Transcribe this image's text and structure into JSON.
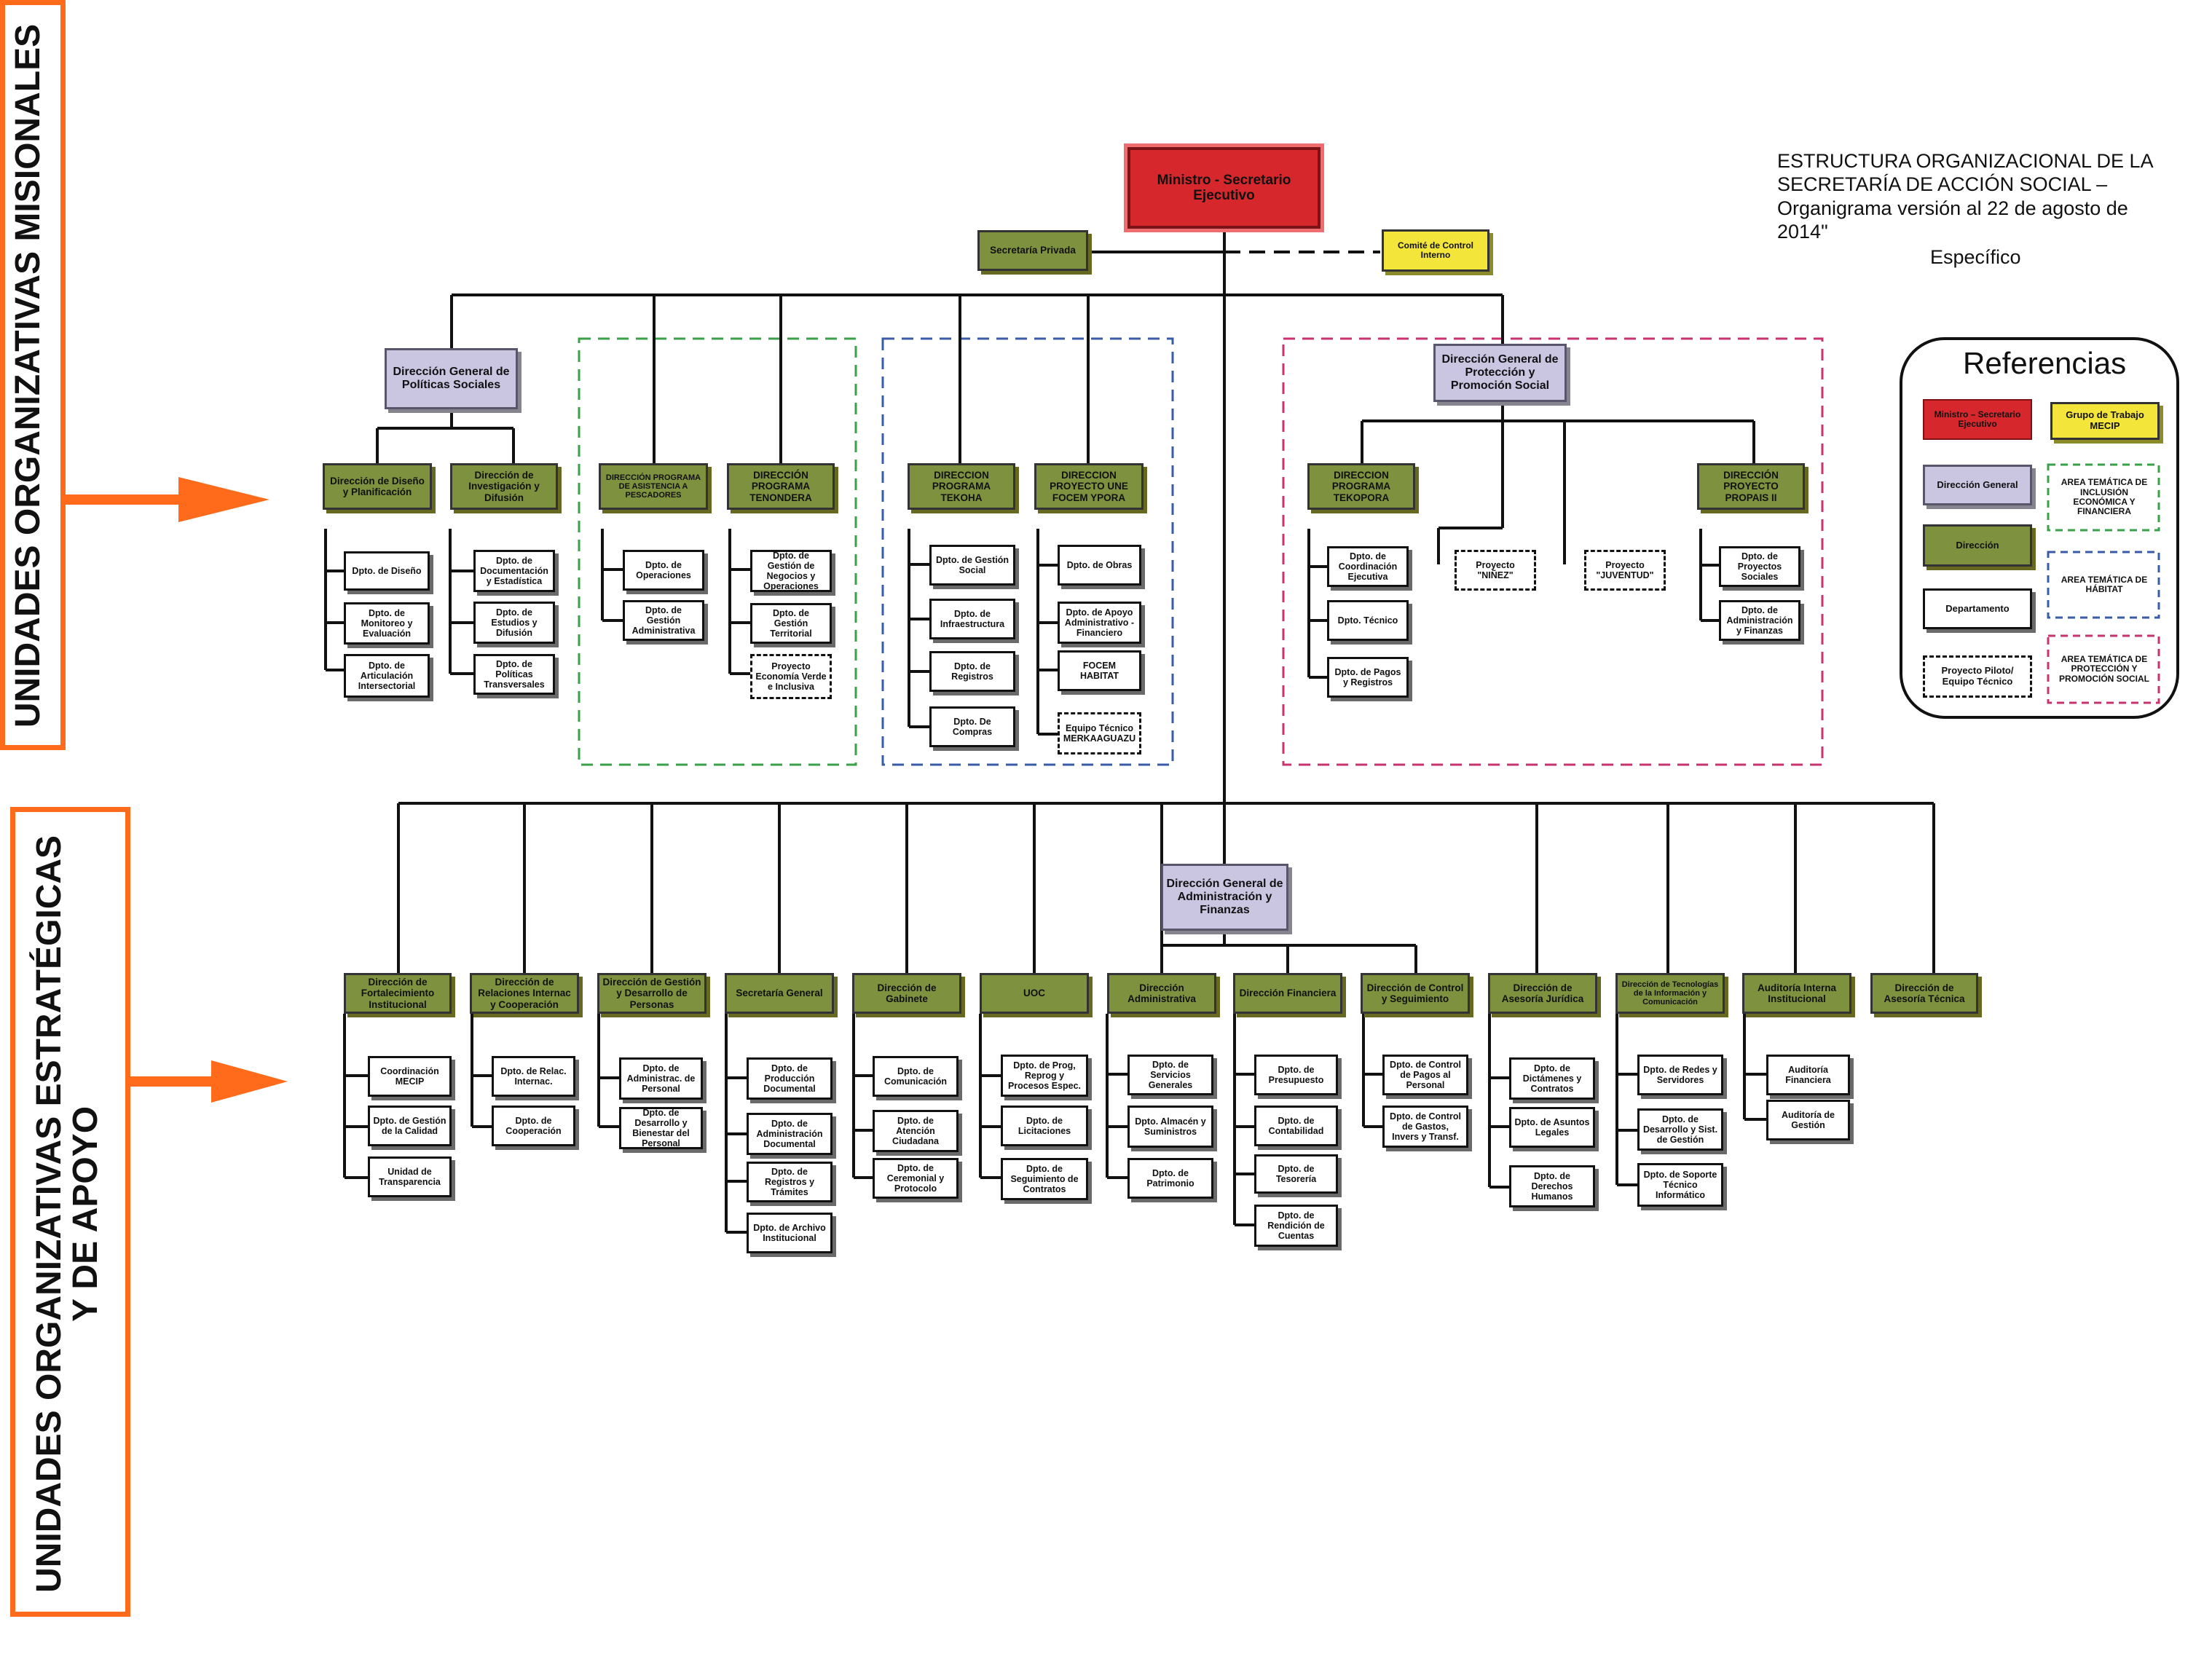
{
  "side_labels": {
    "misionales": "UNIDADES ORGANIZATIVAS MISIONALES",
    "estrategicas_line1": "UNIDADES ORGANIZATIVAS ESTRATÉGICAS",
    "estrategicas_line2": "Y DE APOYO"
  },
  "title": {
    "line1": "ESTRUCTURA ORGANIZACIONAL DE LA",
    "line2": "SECRETARÍA DE ACCIÓN SOCIAL –",
    "line3": "Organigrama versión al 22 de agosto de",
    "line4": "2014\"",
    "subtitle": "Específico"
  },
  "references": {
    "title": "Referencias",
    "ministro": "Ministro – Secretario Ejecutivo",
    "grupo_trabajo": "Grupo de Trabajo MECIP",
    "direccion_general": "Dirección General",
    "area_inclusion": "AREA TEMÁTICA DE INCLUSIÓN ECONÓMICA Y FINANCIERA",
    "direccion": "Dirección",
    "area_habitat": "AREA TEMÁTICA DE HÁBITAT",
    "departamento": "Departamento",
    "area_proteccion": "AREA TEMÁTICA DE PROTECCIÓN Y PROMOCIÓN SOCIAL",
    "proyecto_piloto": "Proyecto Piloto/ Equipo Técnico"
  },
  "top": {
    "ministro": "Ministro - Secretario Ejecutivo",
    "secretaria_privada": "Secretaría Privada",
    "comite": "Comité de Control Interno"
  },
  "misionales": {
    "dg_politicas": "Dirección General de Políticas Sociales",
    "dir_diseno": "Dirección de Diseño y Planificación",
    "dir_investigacion": "Dirección de Investigación y Difusión",
    "dpto_diseno": "Dpto. de Diseño",
    "dpto_monitoreo": "Dpto. de Monitoreo y Evaluación",
    "dpto_articulacion": "Dpto. de Articulación Intersectorial",
    "dpto_documentacion": "Dpto. de Documentación y Estadística",
    "dpto_estudios": "Dpto. de Estudios y Difusión",
    "dpto_politicas": "Dpto. de Políticas Transversales",
    "dir_pescadores": "DIRECCIÓN PROGRAMA DE ASISTENCIA A PESCADORES",
    "dpto_operaciones": "Dpto. de Operaciones",
    "dpto_gestion_admin": "Dpto. de Gestión Administrativa",
    "dir_tenondera": "DIRECCIÓN PROGRAMA TENONDERA",
    "dpto_negocios": "Dpto. de Gestión de Negocios y Operaciones",
    "dpto_territorial": "Dpto. de Gestión Territorial",
    "proy_economia": "Proyecto Economía Verde e Inclusiva",
    "dir_tekoha": "DIRECCION PROGRAMA TEKOHA",
    "dpto_gestion_social": "Dpto. de Gestión Social",
    "dpto_infraestructura": "Dpto. de Infraestructura",
    "dpto_registros_tekoha": "Dpto. de Registros",
    "dpto_compras": "Dpto. De Compras",
    "dir_focem": "DIRECCION PROYECTO UNE FOCEM YPORA",
    "dpto_obras": "Dpto. de Obras",
    "dpto_apoyo": "Dpto. de Apoyo Administrativo - Financiero",
    "focem_habitat": "FOCEM HABITAT",
    "equipo_merka": "Equipo Técnico MERKAAGUAZU",
    "dg_proteccion": "Dirección General de Protección y Promoción Social",
    "dir_tekopora": "DIRECCION PROGRAMA TEKOPORA",
    "dpto_coordinacion": "Dpto. de Coordinación Ejecutiva",
    "dpto_tecnico": "Dpto. Técnico",
    "dpto_pagos": "Dpto. de Pagos y Registros",
    "proy_ninez": "Proyecto \"NIÑEZ\"",
    "proy_juventud": "Proyecto \"JUVENTUD\"",
    "dir_propais": "DIRECCIÓN PROYECTO PROPAIS II",
    "dpto_proyectos_sociales": "Dpto. de Proyectos Sociales",
    "dpto_admin_finanzas": "Dpto. de Administración y Finanzas"
  },
  "apoyo": {
    "dg_admin": "Dirección General de Administración y Finanzas",
    "dir_fortalecimiento": "Dirección de Fortalecimiento Institucional",
    "coord_mecip": "Coordinación MECIP",
    "dpto_calidad": "Dpto. de Gestión de la Calidad",
    "unidad_transparencia": "Unidad de Transparencia",
    "dir_relaciones": "Dirección de Relaciones Internac y Cooperación",
    "dpto_relac": "Dpto. de Relac. Internac.",
    "dpto_cooperacion": "Dpto. de Cooperación",
    "dir_personas": "Dirección de Gestión y Desarrollo de Personas",
    "dpto_adm_personal": "Dpto. de Administrac. de Personal",
    "dpto_bienestar": "Dpto. de Desarrollo y Bienestar del Personal",
    "sec_general": "Secretaría General",
    "dpto_produccion": "Dpto. de Producción Documental",
    "dpto_adm_documental": "Dpto. de Administración Documental",
    "dpto_tramites": "Dpto. de Registros y Trámites",
    "dpto_archivo": "Dpto. de Archivo Institucional",
    "dir_gabinete": "Dirección de Gabinete",
    "dpto_comunicacion": "Dpto. de Comunicación",
    "dpto_atencion": "Dpto. de Atención Ciudadana",
    "dpto_ceremonial": "Dpto. de Ceremonial y Protocolo",
    "uoc": "UOC",
    "dpto_prog": "Dpto. de Prog, Reprog y Procesos Espec.",
    "dpto_licitaciones": "Dpto. de Licitaciones",
    "dpto_seguimiento_contratos": "Dpto. de Seguimiento de Contratos",
    "dir_administrativa": "Dirección Administrativa",
    "dpto_servicios": "Dpto. de Servicios Generales",
    "dpto_almacen": "Dpto. Almacén y Suministros",
    "dpto_patrimonio": "Dpto. de Patrimonio",
    "dir_financiera": "Dirección Financiera",
    "dpto_presupuesto": "Dpto. de Presupuesto",
    "dpto_contabilidad": "Dpto. de Contabilidad",
    "dpto_tesoreria": "Dpto. de Tesorería",
    "dpto_rendicion": "Dpto. de Rendición de Cuentas",
    "dir_control": "Dirección de Control y Seguimiento",
    "dpto_control_pagos": "Dpto. de Control de Pagos al Personal",
    "dpto_control_gastos": "Dpto. de Control de Gastos, Invers y Transf.",
    "dir_juridica": "Dirección de Asesoría Jurídica",
    "dpto_dictamenes": "Dpto. de Dictámenes y Contratos",
    "dpto_asuntos_legales": "Dpto. de Asuntos Legales",
    "dpto_derechos_humanos": "Dpto. de Derechos Humanos",
    "dir_tecnologias": "Dirección de Tecnologías de la Información y Comunicación",
    "dpto_redes": "Dpto. de Redes y Servidores",
    "dpto_desarrollo_sist": "Dpto. de Desarrollo y Sist. de Gestión",
    "dpto_soporte": "Dpto. de Soporte Técnico Informático",
    "auditoria_interna": "Auditoría Interna Institucional",
    "auditoria_financiera": "Auditoría Financiera",
    "auditoria_gestion": "Auditoría de Gestión",
    "dir_asesoria_tecnica": "Dirección de Asesoría Técnica"
  },
  "colors": {
    "ministro": "#d6272c",
    "direccion_general": "#cac6e2",
    "direccion": "#7e913f",
    "grupo_trabajo": "#f4e53a",
    "area_inclusion": "#3aa04a",
    "area_habitat": "#3a5ca8",
    "area_proteccion": "#c8336f",
    "side_border": "#ff6b1a",
    "arrow": "#ff6b1a"
  }
}
